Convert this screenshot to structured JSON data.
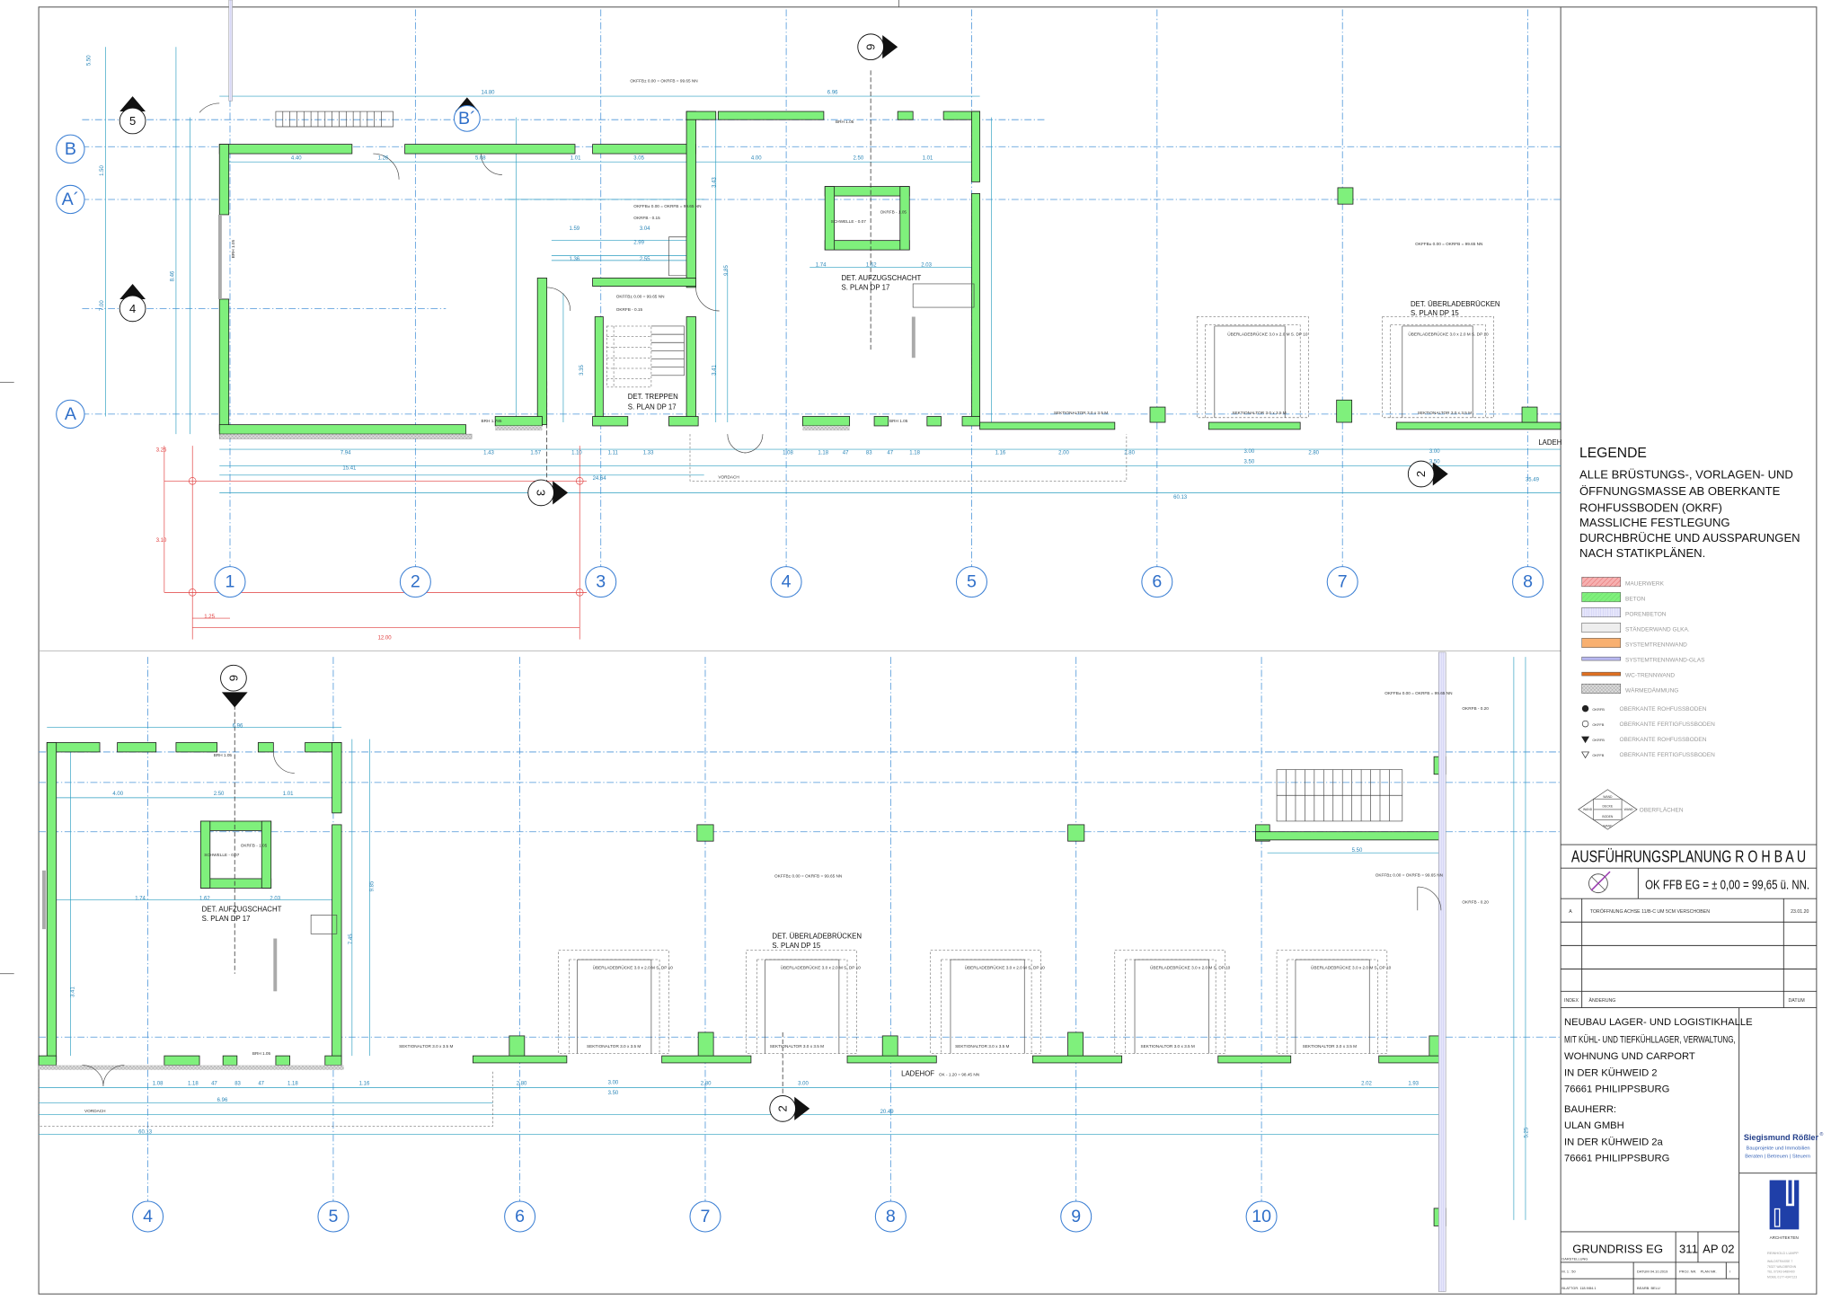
{
  "legend": {
    "title": "LEGENDE",
    "note1": [
      "ALLE BRÜSTUNGS-, VORLAGEN- UND",
      "ÖFFNUNGSMASSE AB OBERKANTE",
      "ROHFUSSBODEN (OKRF)"
    ],
    "note2": [
      "MASSLICHE FESTLEGUNG",
      "DURCHBRÜCHE UND AUSSPARUNGEN",
      "NACH STATIKPLÄNEN."
    ],
    "materials": [
      {
        "label": "MAUERWERK",
        "color": "#f08a8a"
      },
      {
        "label": "BETON",
        "color": "#8ff08a"
      },
      {
        "label": "PORENBETON",
        "color": "#d8d8f8"
      },
      {
        "label": "STÄNDERWAND GLKA.",
        "color": "#eeeeee"
      },
      {
        "label": "SYSTEMTRENNWAND",
        "color": "#f8b070"
      },
      {
        "label": "SYSTEMTRENNWAND-GLAS",
        "color": "#b8b8f0"
      },
      {
        "label": "WC-TRENNWAND",
        "color": "#e07020"
      },
      {
        "label": "WÄRMEDÄMMUNG",
        "color": "#cccccc"
      }
    ],
    "symbols": [
      {
        "code": "OKRFB",
        "label": "OBERKANTE ROHFUSSBODEN"
      },
      {
        "code": "OKFFB",
        "label": "OBERKANTE FERTIGFUSSBODEN"
      },
      {
        "code": "OKRFB",
        "label": "OBERKANTE ROHFUSSBODEN"
      },
      {
        "code": "OKFFB",
        "label": "OBERKANTE FERTIGFUSSBODEN"
      }
    ],
    "surface_label": "OBERFLÄCHEN",
    "surface_diamond": [
      "WAND",
      "DECKE",
      "BODEN",
      "WAND",
      "WAND",
      "WAND"
    ]
  },
  "title_block": {
    "phase": "AUSFÜHRUNGSPLANUNG  R O H B A U",
    "level_ref": "OK  FFB  EG  =  ± 0,00  =  99,65 ü.  NN.",
    "revisions": [
      {
        "index": "A",
        "change": "TORÖFFNUNG ACHSE 11/B-C UM 5CM VERSCHOBEN",
        "date": "23.01.20"
      }
    ],
    "rev_headers": {
      "index": "INDEX",
      "change": "ÄNDERUNG",
      "date": "DATUM"
    },
    "project": [
      "NEUBAU LAGER- UND LOGISTIKHALLE",
      "MIT KÜHL- UND TIEFKÜHLLAGER, VERWALTUNG,",
      "WOHNUNG UND CARPORT",
      "IN DER KÜHWEID 2",
      "76661 PHILIPPSBURG"
    ],
    "client": [
      "BAUHERR:",
      "ULAN GMBH",
      "IN DER KÜHWEID 2a",
      "76661 PHILIPPSBURG"
    ],
    "partner": {
      "name": "Siegismund Rößler",
      "reg": "®",
      "line1": "Bauprojekte und Immobilien",
      "line2": "Beraten | Betreuen | Steuern"
    },
    "architect": {
      "logo": "aU",
      "label": "ARCHITEKTEN",
      "person": "REINHOLD LUMPP",
      "address": [
        "WALDSTRASSE 7",
        "76327 WALDBRONN",
        "TEL 07243-9480400",
        "MOBIL 0177-4347123"
      ]
    },
    "drawing": {
      "title": "GRUNDRISS EG",
      "title_caption": "DARSTELLUNG",
      "proj_nr": "311",
      "plan_nr": "AP 02",
      "scale": "M. 1 : 50",
      "date": "DATUM  04.10.2019",
      "proj_label": "PROJ. NR.",
      "plan_label": "PLAN NR.",
      "sheet": "BLATTGR. 118.9/84.1",
      "author": "BEARB. BELU",
      "idx": "I"
    }
  },
  "top_plan": {
    "axes_numbers": [
      "1",
      "2",
      "3",
      "4",
      "5",
      "6",
      "7",
      "8"
    ],
    "axes_letters": [
      "B",
      "A´",
      "A"
    ],
    "sections": {
      "s5": "5",
      "s4": "4",
      "sB": "B´",
      "s6": "6",
      "s3": "3",
      "s2": "2"
    },
    "labels": {
      "stairs": [
        "DET. TREPPEN",
        "S. PLAN DP 17"
      ],
      "elevator": [
        "DET. AUFZUGSCHACHT",
        "S. PLAN DP 17"
      ],
      "docks": [
        "DET. ÜBERLADEBRÜCKEN",
        "S. PLAN DP 15"
      ],
      "level1": "OKFFB± 0.00 = OKRFB = 99.65 NN",
      "level2": "OKFFB± 0.00 = OKRFB = 99.65 NN",
      "level3": "OKFFB± 0.00 = OKRFB = 99.65 NN",
      "level4": "OKFFB± 0.00 = 99.65 NN",
      "okrfb1": "OKRFB - 0.15",
      "okrfb2": "OKRFB - 0.15",
      "threshold": "SCHWELLE - 0.07",
      "okrfb3": "OKRFB - 1.05",
      "dock_box": "ÜBERLADEBRÜCKE 3.0 x 2.0 M S. DP 10",
      "door": "SEKTIONALTOR 3.0 x 3.5 M",
      "ladehof": "LADEH",
      "vordach": "VORDACH",
      "brh1": "BRH 1.785",
      "brh2": "BRH 1.05",
      "brh3": "BRH 1.05",
      "brh4": "BRH 1.05"
    },
    "dims": [
      "14.80",
      "6.96",
      "4.40",
      "1.26",
      "5.08",
      "1.01",
      "3.05",
      "4.00",
      "2.50",
      "1.01",
      "1.59",
      "3.04",
      "2.99",
      "1.36",
      "2.55",
      "1.74",
      "1.62",
      "2.03",
      "7.94",
      "1.43",
      "1.57",
      "1.10",
      "1.11",
      "1.33",
      "1.08",
      "1.18",
      "47",
      "83",
      "47",
      "1.18",
      "1.16",
      "2.00",
      "2.80",
      "3.00",
      "2.80",
      "3.00",
      "3.50",
      "3.50",
      "15.41",
      "24.64",
      "35.49",
      "60.13",
      "9.85",
      "3.43",
      "3.41",
      "3.35",
      "8.46",
      "5.50",
      "1.50",
      "7.00"
    ],
    "red_dims": [
      "3.25",
      "3.10",
      "1.25",
      "12.00"
    ]
  },
  "bottom_plan": {
    "axes_numbers": [
      "4",
      "5",
      "6",
      "7",
      "8",
      "9",
      "10"
    ],
    "sections": {
      "s6": "6",
      "s2": "2"
    },
    "labels": {
      "elevator": [
        "DET. AUFZUGSCHACHT",
        "S. PLAN DP 17"
      ],
      "docks": [
        "DET. ÜBERLADEBRÜCKEN",
        "S. PLAN DP 15"
      ],
      "level1": "OKFFB± 0.00 = OKRFB = 99.65 NN",
      "level2": "OKFFB± 0.00 = OKRFB = 99.65 NN",
      "level3": "OKFFB± 0.00 = OKRFB = 99.65 NN",
      "okrfb1": "OKRFB - 0.20",
      "okrfb2": "OKRFB - 0.20",
      "threshold": "SCHWELLE - 0.07",
      "okrfb3": "OKRFB - 1.05",
      "dock_box": "ÜBERLADEBRÜCKE 3.0 x 2.0 M S. DP 10",
      "door": "SEKTIONALTOR 3.0 x 3.5 M",
      "ladehof": "LADEHOF",
      "ladehof_level": "OK - 1.20 = 98.45 NN",
      "vordach": "VORDACH",
      "brh1": "BRH 1.05",
      "brh2": "BRH 1.05"
    },
    "dims": [
      "6.96",
      "4.00",
      "2.50",
      "1.01",
      "1.74",
      "1.62",
      "2.03",
      "5.50",
      "6.96",
      "60.13",
      "20.49",
      "1.08",
      "1.18",
      "47",
      "83",
      "47",
      "1.18",
      "1.16",
      "2.80",
      "3.00",
      "2.80",
      "3.00",
      "3.50",
      "2.02",
      "1.93",
      "9.85",
      "3.41",
      "7.45",
      "5.25"
    ]
  }
}
